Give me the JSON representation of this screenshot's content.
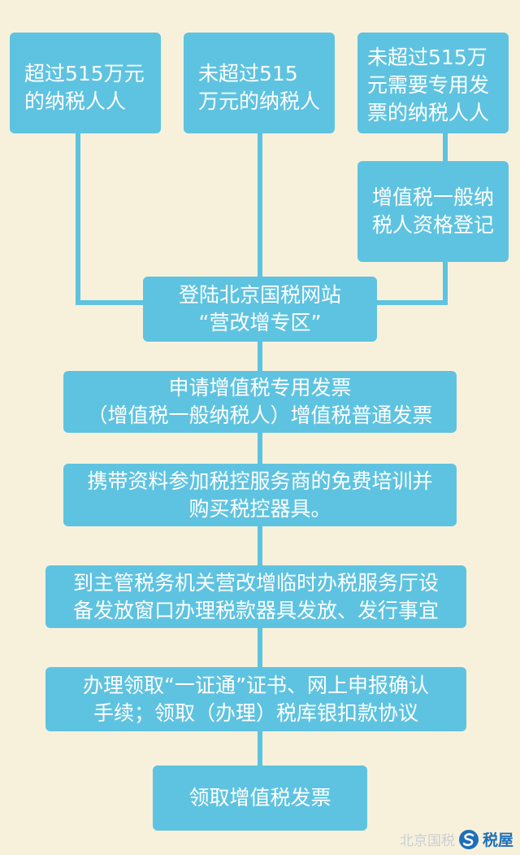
{
  "flow": {
    "top_left": {
      "lines": [
        "超过515万元",
        "的纳税人人"
      ]
    },
    "top_middle": {
      "lines": [
        "未超过515",
        "万元的纳税人"
      ]
    },
    "top_right": {
      "lines": [
        "未超过515万",
        "元需要专用发",
        "票的纳税人人"
      ]
    },
    "registration": {
      "lines": [
        "增值税一般纳",
        "税人资格登记"
      ]
    },
    "login": {
      "lines": [
        "登陆北京国税网站",
        "“营改增专区”"
      ]
    },
    "apply": {
      "lines": [
        "申请增值税专用发票",
        "（增值税一般纳税人）增值税普通发票"
      ]
    },
    "training": {
      "lines": [
        "携带资料参加税控服务商的免费培训并",
        "购买税控器具。"
      ]
    },
    "issue": {
      "lines": [
        "到主管税务机关营改增临时办税服务厅设",
        "备发放窗口办理税款器具发放、发行事宜"
      ]
    },
    "certificate": {
      "lines": [
        "办理领取“一证通”证书、网上申报确认",
        "手续；领取（办理）税库银扣款协议"
      ]
    },
    "receive": {
      "lines": [
        "领取增值税发票"
      ]
    }
  },
  "watermark": {
    "account": "北京国税",
    "brand": "税屋"
  },
  "colors": {
    "box": "#5ec3e0",
    "background": "#f7f1dc",
    "connector": "#5ec3e0"
  }
}
